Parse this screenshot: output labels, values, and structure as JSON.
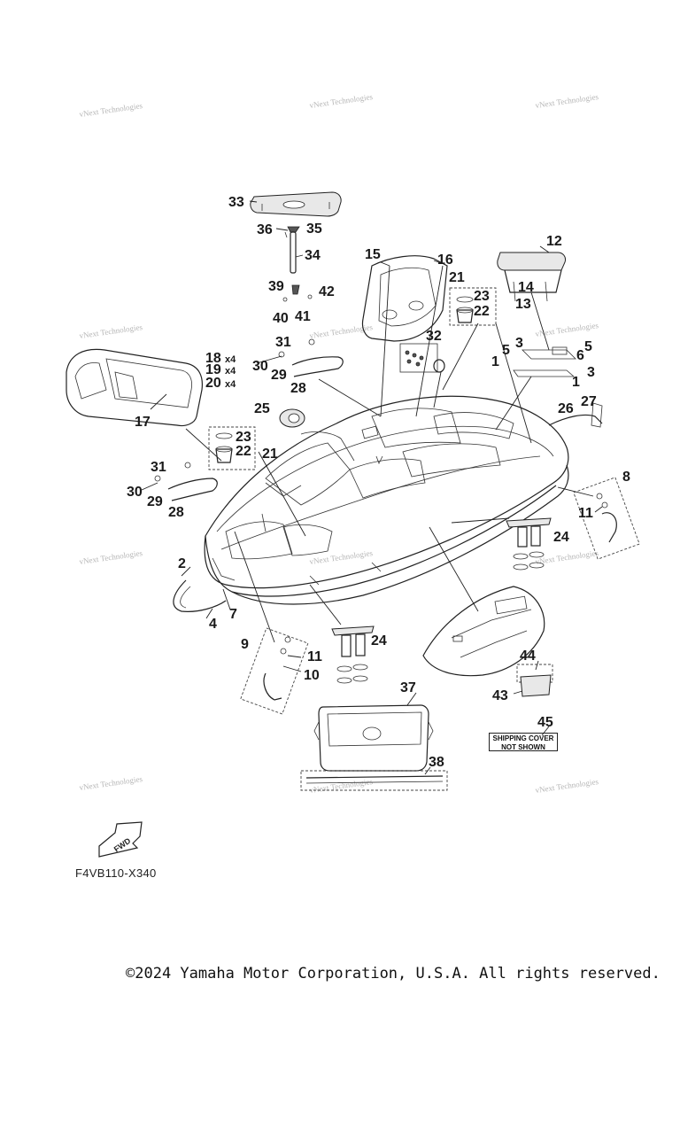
{
  "watermark_text": "vNext Technologies",
  "diagram_code": "F4VB110-X340",
  "copyright": "©2024 Yamaha Motor Corporation, U.S.A. All rights reserved.",
  "fwd_label": "FWD",
  "shipping_note": {
    "line1": "SHIPPING COVER",
    "line2": "NOT SHOWN"
  },
  "callouts": {
    "c1a": "1",
    "c1b": "1",
    "c2": "2",
    "c3a": "3",
    "c3b": "3",
    "c4": "4",
    "c5a": "5",
    "c5b": "5",
    "c6": "6",
    "c7": "7",
    "c8": "8",
    "c9": "9",
    "c10": "10",
    "c11a": "11",
    "c11b": "11",
    "c12": "12",
    "c13": "13",
    "c14": "14",
    "c15": "15",
    "c16": "16",
    "c17": "17",
    "c18": "18",
    "c19": "19",
    "c20": "20",
    "c21a": "21",
    "c21b": "21",
    "c22a": "22",
    "c22b": "22",
    "c23a": "23",
    "c23b": "23",
    "c24a": "24",
    "c24b": "24",
    "c25": "25",
    "c26": "26",
    "c27": "27",
    "c28a": "28",
    "c28b": "28",
    "c29a": "29",
    "c29b": "29",
    "c30a": "30",
    "c30b": "30",
    "c31a": "31",
    "c31b": "31",
    "c32": "32",
    "c33": "33",
    "c34": "34",
    "c35": "35",
    "c36": "36",
    "c37": "37",
    "c38": "38",
    "c39": "39",
    "c40": "40",
    "c41": "41",
    "c42": "42",
    "c43": "43",
    "c44": "44",
    "c45": "45"
  },
  "multipliers": {
    "m18": "x4",
    "m19": "x4",
    "m20": "x4"
  }
}
